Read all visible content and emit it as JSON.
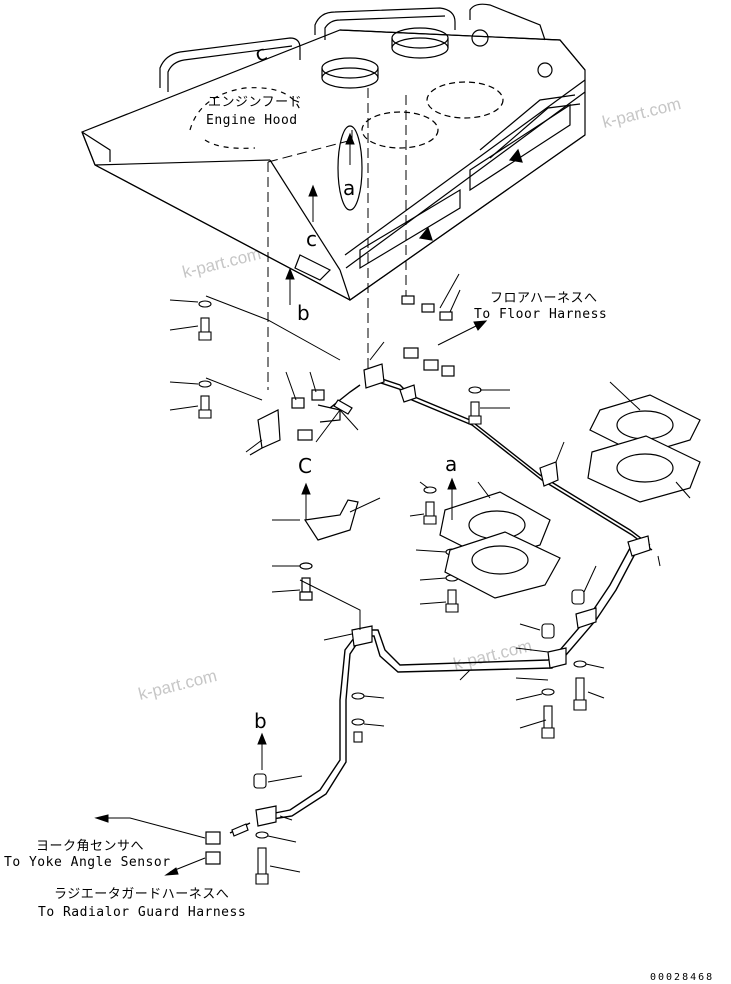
{
  "watermark": "k-part.com",
  "labels": {
    "engine_hood_jp": "エンジンフード",
    "engine_hood_en": "Engine Hood",
    "floor_harness_jp": "フロアハーネスへ",
    "floor_harness_en": "To Floor Harness",
    "yoke_sensor_jp": "ヨーク角センサへ",
    "yoke_sensor_en": "To Yoke Angle Sensor",
    "radiator_guard_jp": "ラジエータガードハーネスへ",
    "radiator_guard_en": "To Radialor Guard Harness"
  },
  "reference_letters": {
    "a": "a",
    "b": "b",
    "c": "c",
    "c_upper": "C"
  },
  "document_number": "00028468"
}
